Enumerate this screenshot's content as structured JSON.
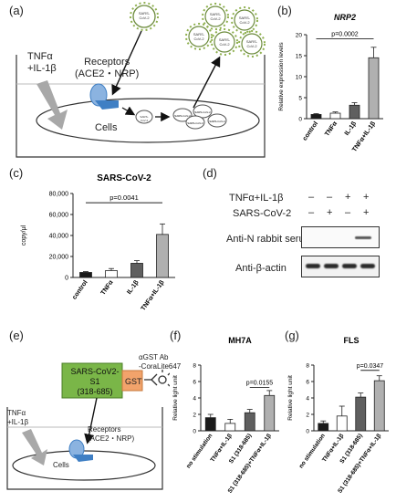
{
  "panels": {
    "a": {
      "label": "(a)",
      "treatment": [
        "TNFα",
        "+IL-1β"
      ],
      "receptors": [
        "Receptors",
        "(ACE2・NRP)"
      ],
      "cells": "Cells",
      "virus": [
        "SARS-",
        "CoV-2"
      ]
    },
    "b": {
      "label": "(b)",
      "title": "NRP2",
      "ylabel": "Relative expression levels",
      "pvalue": "p=0.0002"
    },
    "c": {
      "label": "(c)",
      "title": "SARS-CoV-2",
      "ylabel": "copy/μl",
      "pvalue": "p=0.0041"
    },
    "d": {
      "label": "(d)",
      "row1_label": "TNFα+IL-1β",
      "row1_signs": [
        "–",
        "–",
        "+",
        "+"
      ],
      "row2_label": "SARS-CoV-2",
      "row2_signs": [
        "–",
        "+",
        "–",
        "+"
      ],
      "blot1_label": "Anti-N rabbit serum",
      "blot2_label": "Anti-β-actin"
    },
    "e": {
      "label": "(e)",
      "protein": [
        "SARS-CoV2-S1",
        "(318-685)"
      ],
      "tag": "GST",
      "antibody": [
        "αGST Ab",
        "-CoraLite647"
      ],
      "treatment": [
        "TNFα",
        "+IL-1β"
      ],
      "receptors": [
        "Receptors",
        "(ACE2・NRP)"
      ],
      "cells": "Cells"
    },
    "f": {
      "label": "(f)",
      "title": "MH7A",
      "ylabel": "Relative light unit",
      "pvalue": "p=0.0155"
    },
    "g": {
      "label": "(g)",
      "title": "FLS",
      "ylabel": "Relative light unit",
      "pvalue": "p=0.0347"
    }
  },
  "colors": {
    "black_bar": "#1a1a1a",
    "dark_gray_bar": "#5f5f5f",
    "light_gray_bar": "#b0b0b0",
    "white_bar": "#ffffff",
    "receptor_blue": "#3f7fc4",
    "protein_green": "#7ab648",
    "tag_orange": "#f2a36b",
    "arrow_gray": "#a8a8a8"
  },
  "chart_data": [
    {
      "id": "b",
      "type": "bar",
      "title": "NRP2",
      "categories": [
        "control",
        "TNFα",
        "IL-1β",
        "TNFα+IL-1β"
      ],
      "values": [
        1.0,
        1.3,
        3.2,
        14.5
      ],
      "errors": [
        0.2,
        0.3,
        0.6,
        2.5
      ],
      "ylabel": "Relative expression levels",
      "ylim": [
        0,
        20
      ],
      "yticks": [
        "0",
        "5",
        "10",
        "15",
        "20"
      ],
      "annotation": "p=0.0002"
    },
    {
      "id": "c",
      "type": "bar",
      "title": "SARS-CoV-2",
      "categories": [
        "control",
        "TNFα",
        "IL-1β",
        "TNFα+IL-1β"
      ],
      "values": [
        4800,
        6500,
        13500,
        41000
      ],
      "errors": [
        800,
        2000,
        2500,
        10000
      ],
      "ylabel": "copy/μl",
      "ylim": [
        0,
        80000
      ],
      "yticks": [
        "0",
        "20,000",
        "40,000",
        "60,000",
        "80,000"
      ],
      "annotation": "p=0.0041"
    },
    {
      "id": "f",
      "type": "bar",
      "title": "MH7A",
      "categories": [
        "no stimulation",
        "TNFα+IL-1β",
        "S1 (318-685)",
        "S1 (318-685)+TNFα+IL-1β"
      ],
      "values": [
        1.6,
        0.9,
        2.2,
        4.3
      ],
      "errors": [
        0.4,
        0.5,
        0.4,
        0.6
      ],
      "ylabel": "Relative light unit",
      "ylim": [
        0,
        8
      ],
      "yticks": [
        "0",
        "2",
        "4",
        "6",
        "8"
      ],
      "annotation": "p=0.0155"
    },
    {
      "id": "g",
      "type": "bar",
      "title": "FLS",
      "categories": [
        "no stimulation",
        "TNFα+IL-1β",
        "S1 (318-685)",
        "S1 (318-685)+TNFα+IL-1β"
      ],
      "values": [
        0.9,
        1.8,
        4.1,
        6.1
      ],
      "errors": [
        0.3,
        1.2,
        0.5,
        0.6
      ],
      "ylabel": "Relative light unit",
      "ylim": [
        0,
        8
      ],
      "yticks": [
        "0",
        "2",
        "4",
        "6",
        "8"
      ],
      "annotation": "p=0.0347"
    }
  ]
}
